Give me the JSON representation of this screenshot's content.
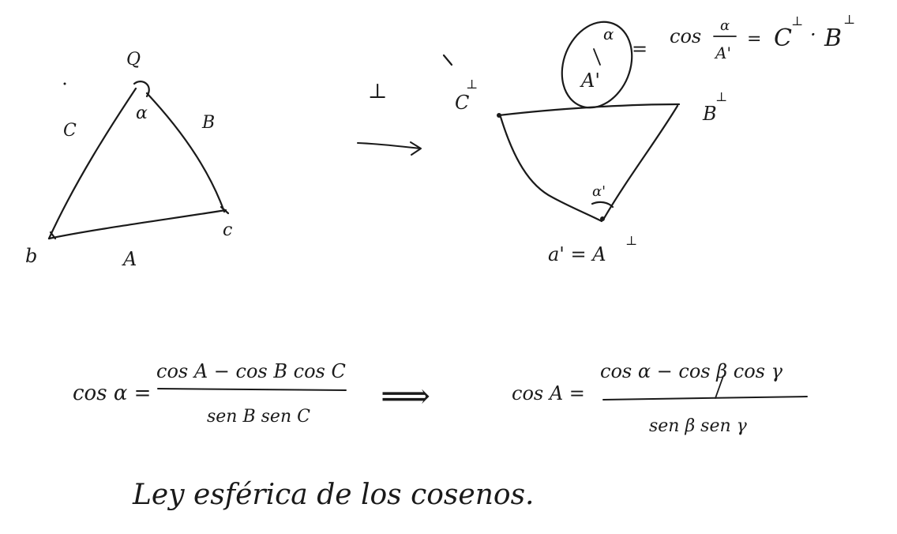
{
  "ink": {
    "color": "#1a1a1a",
    "background": "#ffffff"
  },
  "triangle": {
    "vertices": {
      "top": "Q",
      "left": "b",
      "right": "c"
    },
    "sides": {
      "left": "C",
      "right": "B",
      "bottom": "A"
    },
    "angle": "α"
  },
  "polar_symbol": "⊥",
  "polar_triangle": {
    "vertex_left": "C",
    "vertex_left_sup": "⊥",
    "vertex_right": "B",
    "vertex_right_sup": "⊥",
    "angle": "α'",
    "bottom_eq": "a' = A",
    "bottom_eq_sup": "⊥",
    "circled_top": "α",
    "circled_bottom": "A'",
    "circled_eq": "=",
    "rhs_cos": "cos",
    "rhs_frac_num": "α",
    "rhs_frac_den": "A'",
    "rhs_eq": "=",
    "rhs_product": "C",
    "rhs_product_sup": "⊥",
    "rhs_dot": "·",
    "rhs_product2": "B",
    "rhs_product2_sup": "⊥"
  },
  "formula_left": {
    "lhs": "cos α =",
    "numerator": "cos A − cos B cos C",
    "denominator": "sen B  sen C"
  },
  "implies": "⟹",
  "formula_right": {
    "lhs": "cos A =",
    "numerator": "cos α − cos β cos γ",
    "denominator": "sen β  sen γ"
  },
  "caption": "Ley esférica de los cosenos."
}
